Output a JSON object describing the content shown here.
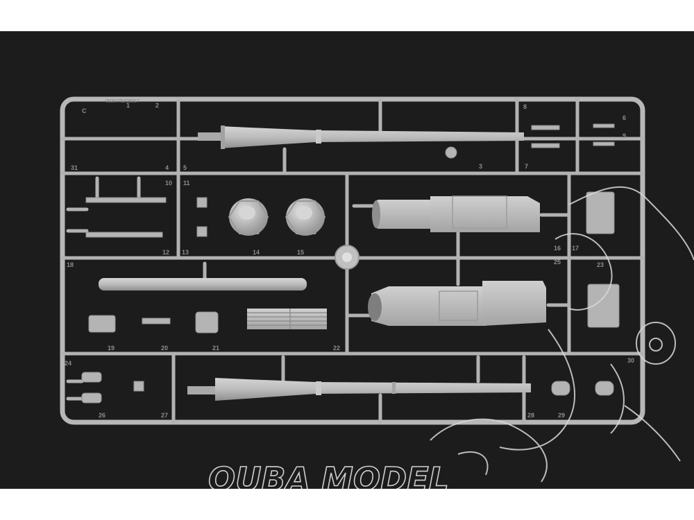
{
  "sprue": {
    "code_label": "00307/5208017",
    "letter_label": "C",
    "part_numbers": [
      "1",
      "2",
      "3",
      "4",
      "5",
      "6",
      "7",
      "8",
      "9",
      "10",
      "11",
      "12",
      "13",
      "14",
      "15",
      "16",
      "17",
      "18",
      "19",
      "20",
      "21",
      "22",
      "23",
      "24",
      "25",
      "26",
      "27",
      "28",
      "29",
      "30",
      "31"
    ]
  },
  "watermark": {
    "text": "OUBA MODEL",
    "style": "cartoon-character-outline"
  },
  "colors": {
    "background": "#1c1c1c",
    "plastic": "#b9b9b9",
    "watermark": "#d8d8d8"
  }
}
